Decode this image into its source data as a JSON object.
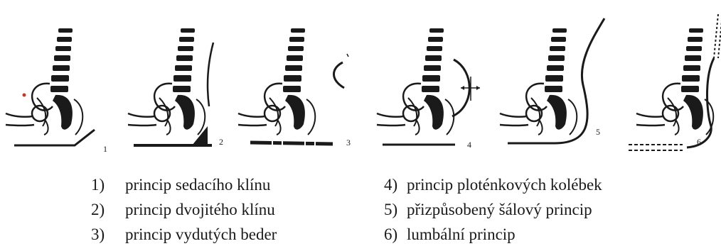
{
  "panels": [
    {
      "number": "1",
      "name": "princip sedacího klínu"
    },
    {
      "number": "2",
      "name": "princip dvojitého klínu"
    },
    {
      "number": "3",
      "name": "princip vydutých beder"
    },
    {
      "number": "4",
      "name": "princip ploténkových kolébek"
    },
    {
      "number": "5",
      "name": "přizpůsobený šálový princip"
    },
    {
      "number": "6",
      "name": "lumbální princip"
    }
  ],
  "legend": {
    "left": [
      {
        "num": "1)",
        "label": "princip sedacího klínu"
      },
      {
        "num": "2)",
        "label": "princip dvojitého klínu"
      },
      {
        "num": "3)",
        "label": "princip vydutých beder"
      }
    ],
    "right": [
      {
        "num": "4)",
        "label": "princip ploténkových kolébek"
      },
      {
        "num": "5)",
        "label": "přizpůsobený šálový princip"
      },
      {
        "num": "6)",
        "label": "lumbální princip"
      }
    ]
  },
  "colors": {
    "ink": "#1a1a1a",
    "accent_dot": "#c0392b",
    "background": "#ffffff"
  }
}
